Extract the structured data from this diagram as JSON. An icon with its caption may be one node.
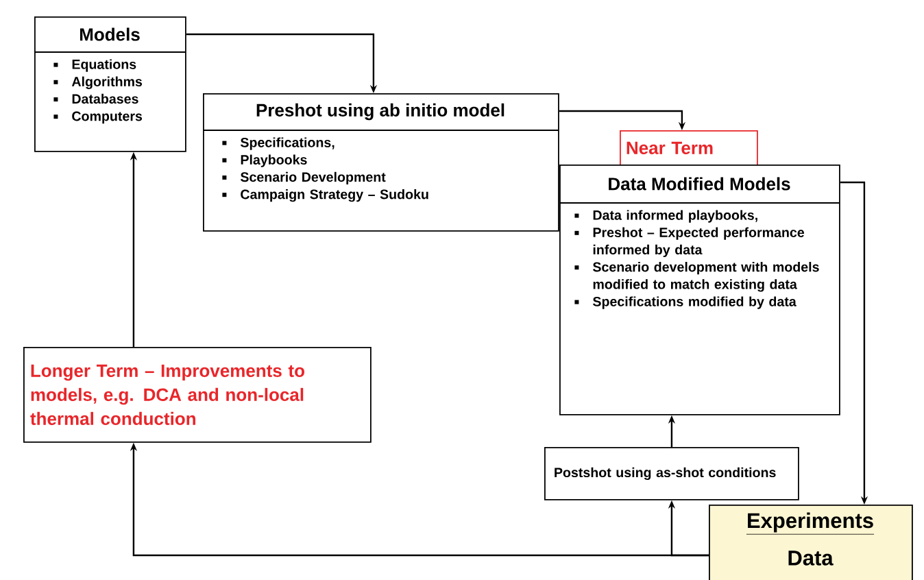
{
  "diagram": {
    "nodes": [
      {
        "text": [
          "Models",
          "Equations",
          "Algorithms",
          "Databases",
          "Computers"
        ]
      },
      {
        "text": [
          "Preshot using ab initio model",
          "Specifications,",
          "Playbooks",
          "Scenario Development",
          "Campaign Strategy – Sudoku"
        ]
      },
      {
        "text": [
          "Near Term"
        ]
      },
      {
        "text": [
          "Data Modified Models",
          "Data informed playbooks,",
          "Preshot – Expected performance informed by data",
          "Scenario development with models modified to match existing data",
          "Specifications modified by data"
        ]
      },
      {
        "text": [
          "Longer Term – Improvements to models, e.g. DCA and non-local thermal conduction"
        ]
      },
      {
        "text": [
          "Postshot using as-shot conditions"
        ]
      },
      {
        "text": [
          "Experiments",
          "Data"
        ]
      }
    ],
    "edges": [
      {
        "from": 0,
        "to": 1,
        "arrow": "to"
      },
      {
        "from": 1,
        "to": 2,
        "arrow": "to"
      },
      {
        "from": 3,
        "to": 6,
        "arrow": "to"
      },
      {
        "from": 6,
        "to": 5,
        "arrow": "to"
      },
      {
        "from": 5,
        "to": 3,
        "arrow": "to"
      },
      {
        "from": 6,
        "to": 4,
        "arrow": "to"
      },
      {
        "from": 4,
        "to": 0,
        "arrow": "to"
      }
    ]
  }
}
